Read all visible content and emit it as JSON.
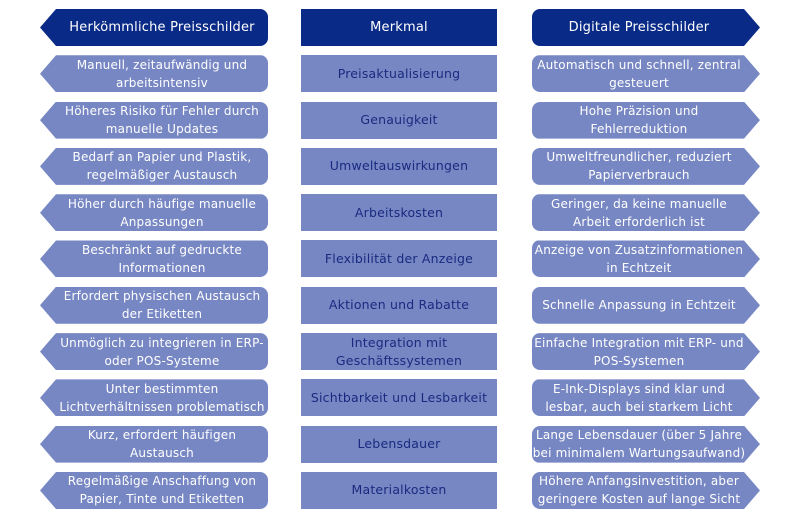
{
  "header": {
    "left": "Herkömmliche Preisschilder",
    "middle": "Merkmal",
    "right": "Digitale Preisschilder"
  },
  "colors": {
    "header": "#0a2a87",
    "body": "#7787c3",
    "feature_text": "#1a2a80"
  },
  "rows": [
    {
      "left": "Manuell, zeitaufwändig und arbeitsintensiv",
      "feature": "Preisaktualisierung",
      "right": "Automatisch und schnell, zentral gesteuert"
    },
    {
      "left": "Höheres Risiko für Fehler durch manuelle Updates",
      "feature": "Genauigkeit",
      "right": "Hohe Präzision und Fehlerreduktion"
    },
    {
      "left": "Bedarf an Papier und Plastik, regelmäßiger Austausch",
      "feature": "Umweltauswirkungen",
      "right": "Umweltfreundlicher, reduziert Papierverbrauch"
    },
    {
      "left": "Höher durch häufige manuelle Anpassungen",
      "feature": "Arbeitskosten",
      "right": "Geringer, da keine manuelle Arbeit erforderlich ist"
    },
    {
      "left": "Beschränkt auf gedruckte Informationen",
      "feature": "Flexibilität der Anzeige",
      "right": "Anzeige von Zusatzinformationen in Echtzeit"
    },
    {
      "left": "Erfordert physischen Austausch der Etiketten",
      "feature": "Aktionen und Rabatte",
      "right": "Schnelle Anpassung in Echtzeit"
    },
    {
      "left": "Unmöglich zu integrieren in ERP- oder POS-Systeme",
      "feature": "Integration mit Geschäftssystemen",
      "right": "Einfache Integration mit ERP- und POS-Systemen"
    },
    {
      "left": "Unter bestimmten Lichtverhältnissen problematisch",
      "feature": "Sichtbarkeit und Lesbarkeit",
      "right": "E-Ink-Displays sind klar und lesbar, auch bei starkem Licht"
    },
    {
      "left": "Kurz, erfordert häufigen Austausch",
      "feature": "Lebensdauer",
      "right": "Lange Lebensdauer (über 5 Jahre bei minimalem Wartungsaufwand)"
    },
    {
      "left": "Regelmäßige Anschaffung von Papier, Tinte und Etiketten",
      "feature": "Materialkosten",
      "right": "Höhere Anfangsinvestition, aber geringere Kosten auf lange Sicht"
    }
  ]
}
